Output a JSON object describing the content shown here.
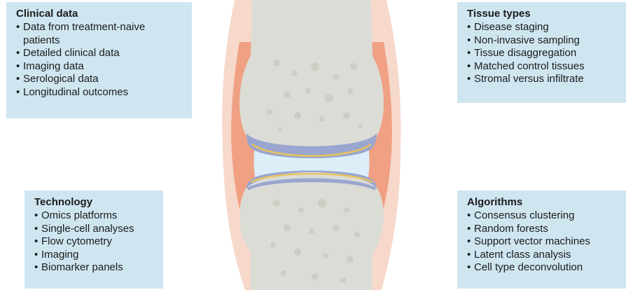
{
  "clinical": {
    "title": "Clinical data",
    "items": [
      "Data from treatment-naive",
      "Detailed clinical data",
      "Imaging data",
      "Serological data",
      "Longitudinal outcomes"
    ],
    "item1_cont": "patients"
  },
  "tissue": {
    "title": "Tissue types",
    "items": [
      "Disease staging",
      "Non-invasive sampling",
      "Tissue disaggregation",
      "Matched control tissues",
      "Stromal versus infiltrate"
    ]
  },
  "technology": {
    "title": "Technology",
    "items": [
      "Omics platforms",
      "Single-cell analyses",
      "Flow cytometry",
      "Imaging",
      "Biomarker panels"
    ]
  },
  "algorithms": {
    "title": "Algorithms",
    "items": [
      "Consensus clustering",
      "Random forests",
      "Support vector machines",
      "Latent class analysis",
      "Cell type deconvolution"
    ]
  },
  "colors": {
    "box_bg": "#cfe6f1",
    "bone": "#dcdcd6",
    "capsule": "#f7d9cc",
    "synovium": "#f0a083",
    "fluid": "#dceef7",
    "cartilage": "#9aa6cf",
    "cartilage_edge": "#e9c35a"
  }
}
